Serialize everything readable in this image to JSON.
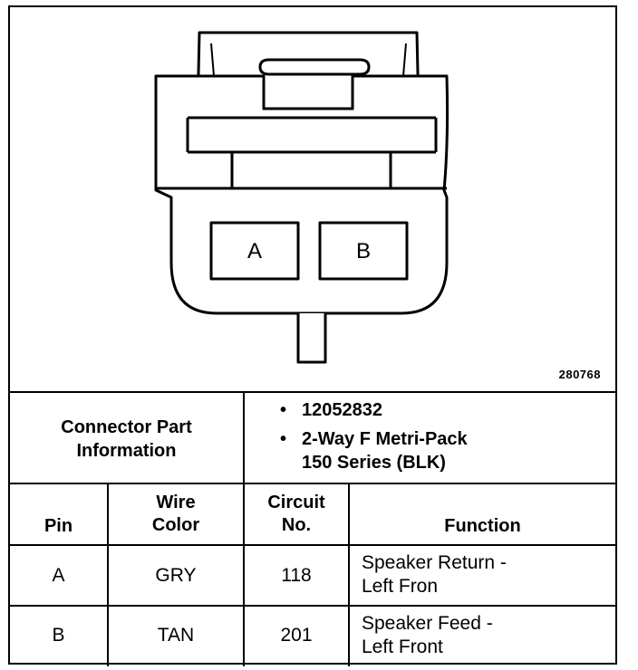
{
  "diagram": {
    "pins": [
      "A",
      "B"
    ],
    "figure_number": "280768"
  },
  "connector_info": {
    "label_line1": "Connector Part",
    "label_line2": "Information",
    "bullet": "•",
    "part_number": "12052832",
    "description_line1": "2-Way F Metri-Pack",
    "description_line2": "150 Series (BLK)"
  },
  "table": {
    "headers": {
      "pin": "Pin",
      "wire_color_line1": "Wire",
      "wire_color_line2": "Color",
      "circuit_line1": "Circuit",
      "circuit_line2": "No.",
      "function": "Function"
    },
    "rows": [
      {
        "pin": "A",
        "wire_color": "GRY",
        "circuit": "118",
        "function_line1": "Speaker Return -",
        "function_line2": "Left Fron"
      },
      {
        "pin": "B",
        "wire_color": "TAN",
        "circuit": "201",
        "function_line1": "Speaker Feed -",
        "function_line2": "Left Front"
      }
    ]
  }
}
